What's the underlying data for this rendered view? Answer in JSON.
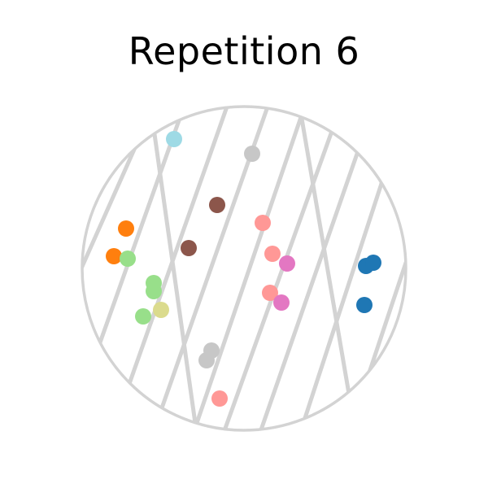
{
  "title": "Repetition 6",
  "colors": {
    "line": "#d3d3d3",
    "circle": "#d3d3d3",
    "background": "#ffffff"
  },
  "points": [
    {
      "label": "light-blue",
      "color": "#9edae5"
    },
    {
      "label": "gray-1",
      "color": "#c7c7c7"
    },
    {
      "label": "brown-1",
      "color": "#8c564b"
    },
    {
      "label": "orange-1",
      "color": "#ff7f0e"
    },
    {
      "label": "salmon-1",
      "color": "#ff9896"
    },
    {
      "label": "brown-2",
      "color": "#8c564b"
    },
    {
      "label": "orange-2",
      "color": "#ff7f0e"
    },
    {
      "label": "light-green-1",
      "color": "#98df8a"
    },
    {
      "label": "salmon-2",
      "color": "#ff9896"
    },
    {
      "label": "pink-1",
      "color": "#e377c2"
    },
    {
      "label": "blue-1",
      "color": "#1f77b4"
    },
    {
      "label": "blue-2",
      "color": "#1f77b4"
    },
    {
      "label": "light-green-2",
      "color": "#98df8a"
    },
    {
      "label": "light-green-3",
      "color": "#98df8a"
    },
    {
      "label": "salmon-3",
      "color": "#ff9896"
    },
    {
      "label": "pink-2",
      "color": "#e377c2"
    },
    {
      "label": "blue-3",
      "color": "#1f77b4"
    },
    {
      "label": "light-green-4",
      "color": "#98df8a"
    },
    {
      "label": "olive-1",
      "color": "#dbdb8d"
    },
    {
      "label": "gray-2",
      "color": "#c7c7c7"
    },
    {
      "label": "gray-3",
      "color": "#c7c7c7"
    },
    {
      "label": "salmon-4",
      "color": "#ff9896"
    }
  ]
}
